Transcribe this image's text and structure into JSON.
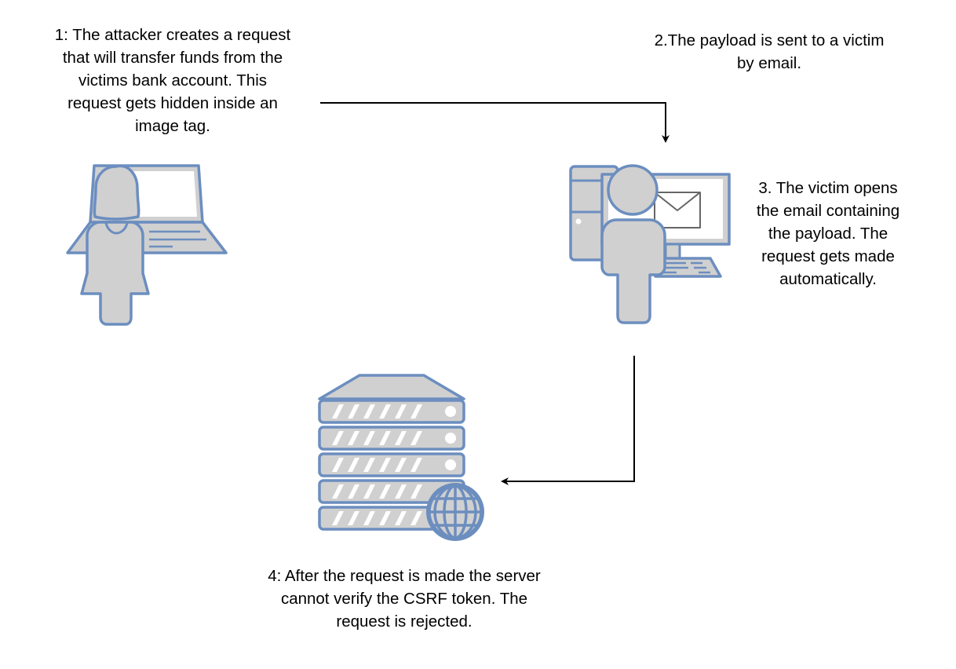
{
  "diagram": {
    "title": "CSRF attack flow with token protection",
    "colors": {
      "icon_stroke": "#6c8ebf",
      "icon_fill": "#d0d0d0",
      "envelope_stroke": "#666666",
      "arrow": "#000000",
      "background": "#ffffff"
    },
    "nodes": [
      {
        "id": "attacker",
        "icon": "woman-with-laptop-icon",
        "label": "1: The attacker creates a request\nthat will transfer funds from the\nvictims bank account. This\nrequest gets hidden inside an\nimage tag."
      },
      {
        "id": "email",
        "icon": "none",
        "label": "2.The payload is sent to a victim\nby email."
      },
      {
        "id": "victim",
        "icon": "user-at-workstation-with-email-icon",
        "label": "3. The victim opens\nthe email containing\nthe payload. The\nrequest gets made\nautomatically."
      },
      {
        "id": "server",
        "icon": "web-server-icon",
        "label": "4: After the request is made the server\ncannot verify the CSRF token. The\nrequest is rejected."
      }
    ],
    "edges": [
      {
        "from": "attacker",
        "to": "victim",
        "label": "2.The payload is sent to a victim by email."
      },
      {
        "from": "victim",
        "to": "server",
        "label": ""
      }
    ]
  }
}
